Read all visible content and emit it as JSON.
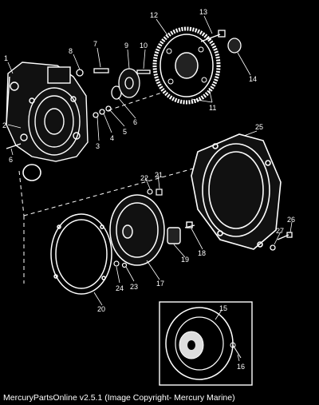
{
  "diagram": {
    "callouts": [
      "1",
      "2",
      "3",
      "4",
      "5",
      "6",
      "6",
      "7",
      "8",
      "9",
      "10",
      "11",
      "12",
      "13",
      "14",
      "15",
      "16",
      "17",
      "18",
      "19",
      "20",
      "21",
      "22",
      "23",
      "24",
      "25",
      "26",
      "27"
    ]
  },
  "footer": {
    "caption": "MercuryPartsOnline v2.5.1 (Image Copyright- Mercury Marine)"
  }
}
